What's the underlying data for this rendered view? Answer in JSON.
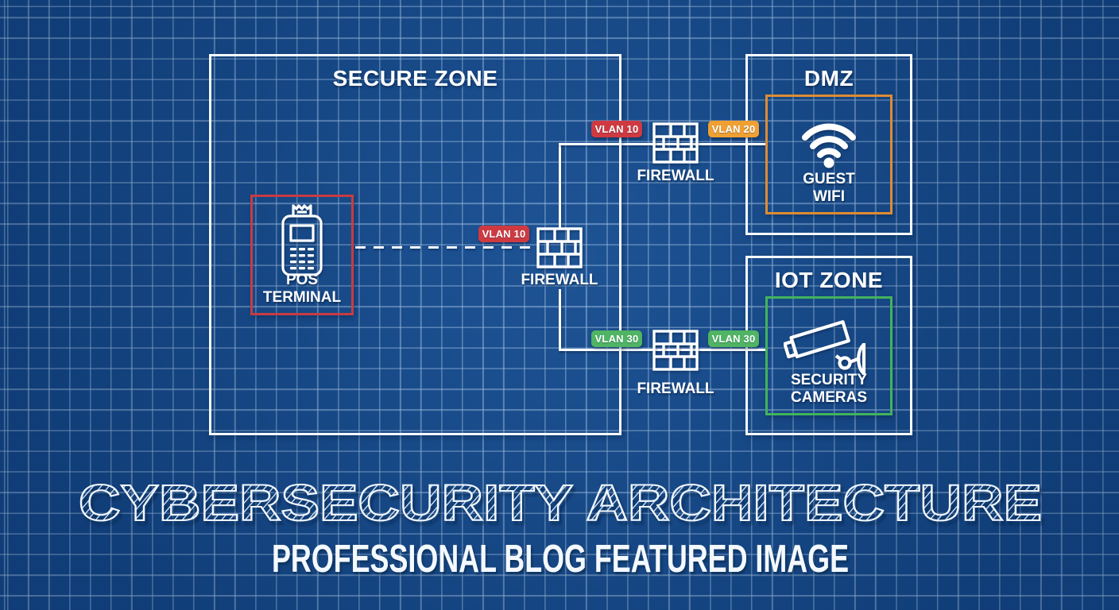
{
  "title": {
    "text": "CYBERSECURITY ARCHITECTURE",
    "subtitle": "PROFESSIONAL BLOG FEATURED IMAGE"
  },
  "zones": {
    "secure": {
      "label": "SECURE ZONE"
    },
    "dmz": {
      "label": "DMZ"
    },
    "iot": {
      "label": "IOT ZONE"
    }
  },
  "nodes": {
    "pos_terminal": {
      "line1": "POS",
      "line2": "TERMINAL",
      "icon": "pos-terminal-icon",
      "accent_color": "#c83b42"
    },
    "guest_wifi": {
      "line1": "GUEST",
      "line2": "WIFI",
      "icon": "wifi-icon",
      "accent_color": "#dd8c33"
    },
    "security_cameras": {
      "line1": "SECURITY",
      "line2": "CAMERAS",
      "icon": "security-camera-icon",
      "accent_color": "#42b35c"
    },
    "firewall_top": {
      "label": "FIREWALL",
      "icon": "firewall-icon"
    },
    "firewall_middle": {
      "label": "FIREWALL",
      "icon": "firewall-icon"
    },
    "firewall_bottom": {
      "label": "FIREWALL",
      "icon": "firewall-icon"
    }
  },
  "vlan_badges": [
    {
      "id": "vlan10-middle",
      "label": "VLAN 10",
      "color": "#cf3a41"
    },
    {
      "id": "vlan10-top",
      "label": "VLAN 10",
      "color": "#cf3a41"
    },
    {
      "id": "vlan20-top",
      "label": "VLAN 20",
      "color": "#efa033"
    },
    {
      "id": "vlan30-left",
      "label": "VLAN 30",
      "color": "#4fb463"
    },
    {
      "id": "vlan30-right",
      "label": "VLAN 30",
      "color": "#4fb463"
    }
  ],
  "theme": {
    "background": "#13498c",
    "grid_line": "#a8c8ea",
    "connection_line": "#ffffff"
  }
}
